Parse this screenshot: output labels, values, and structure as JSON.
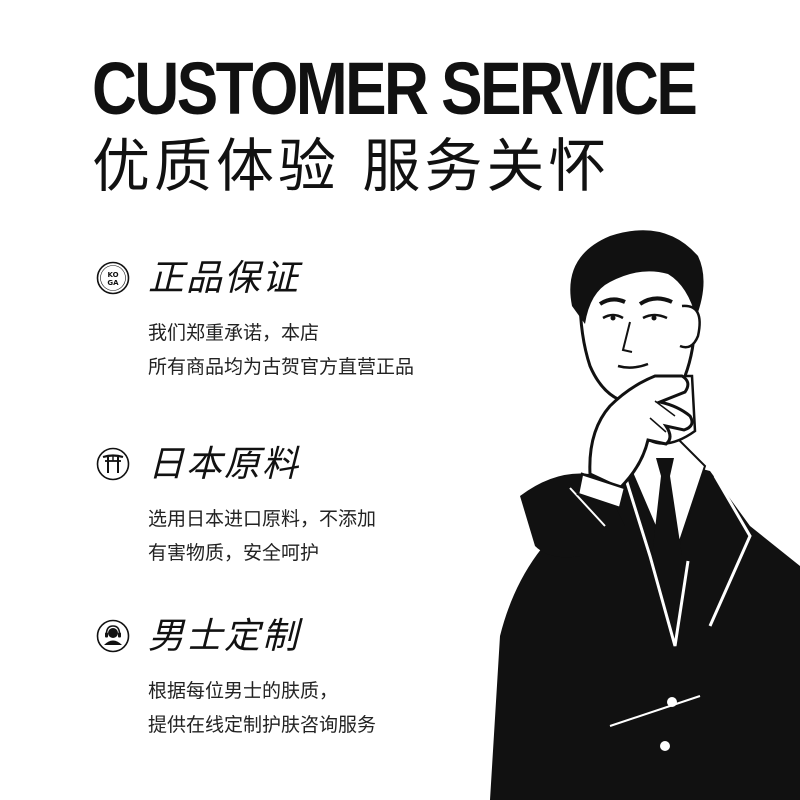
{
  "header": {
    "title_en": "CUSTOMER SERVICE",
    "title_cn": "优质体验 服务关怀"
  },
  "features": [
    {
      "icon": "koga-logo-icon",
      "icon_text": "KOGA",
      "title": "正品保证",
      "lines": [
        "我们郑重承诺，本店",
        "所有商品均为古贺官方直营正品"
      ]
    },
    {
      "icon": "torii-gate-icon",
      "title": "日本原料",
      "lines": [
        "选用日本进口原料，不添加",
        "有害物质，安全呵护"
      ]
    },
    {
      "icon": "customer-service-agent-icon",
      "title": "男士定制",
      "lines": [
        "根据每位男士的肤质，",
        "提供在线定制护肤咨询服务"
      ]
    }
  ],
  "colors": {
    "ink": "#111111",
    "background": "#ffffff"
  }
}
